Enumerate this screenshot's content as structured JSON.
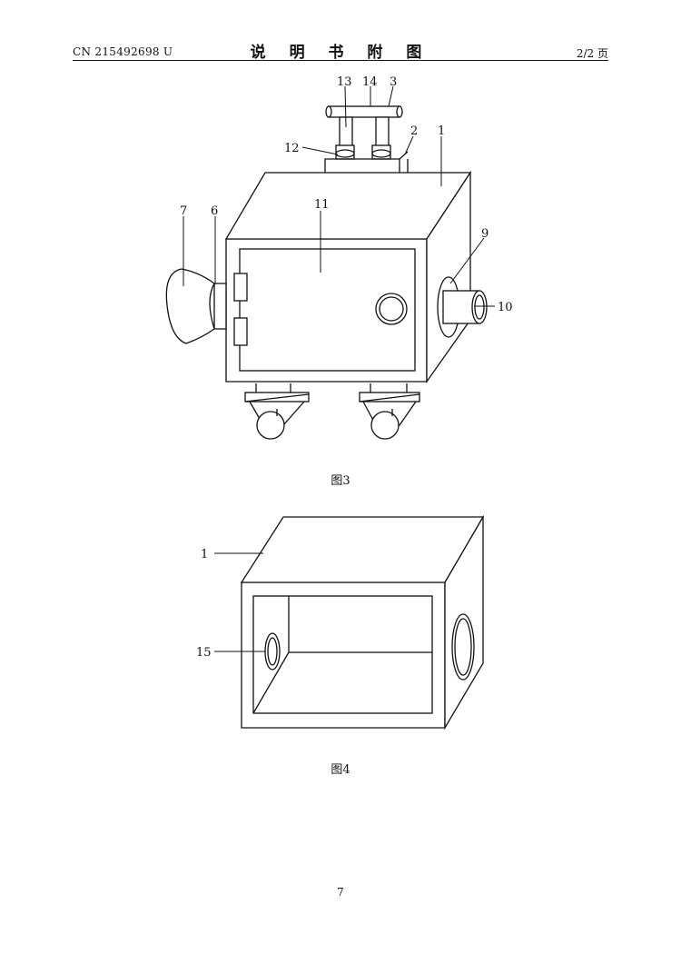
{
  "header": {
    "publication_number": "CN 215492698 U",
    "section_title": "说 明 书 附 图",
    "page_of": "2/2 页"
  },
  "figure3": {
    "caption": "图3",
    "labels": {
      "l13": "13",
      "l14": "14",
      "l3": "3",
      "l2": "2",
      "l1": "1",
      "l12": "12",
      "l11": "11",
      "l7": "7",
      "l6": "6",
      "l9": "9",
      "l10": "10"
    }
  },
  "figure4": {
    "caption": "图4",
    "labels": {
      "l1": "1",
      "l15": "15"
    }
  },
  "footer": {
    "page_number": "7"
  }
}
